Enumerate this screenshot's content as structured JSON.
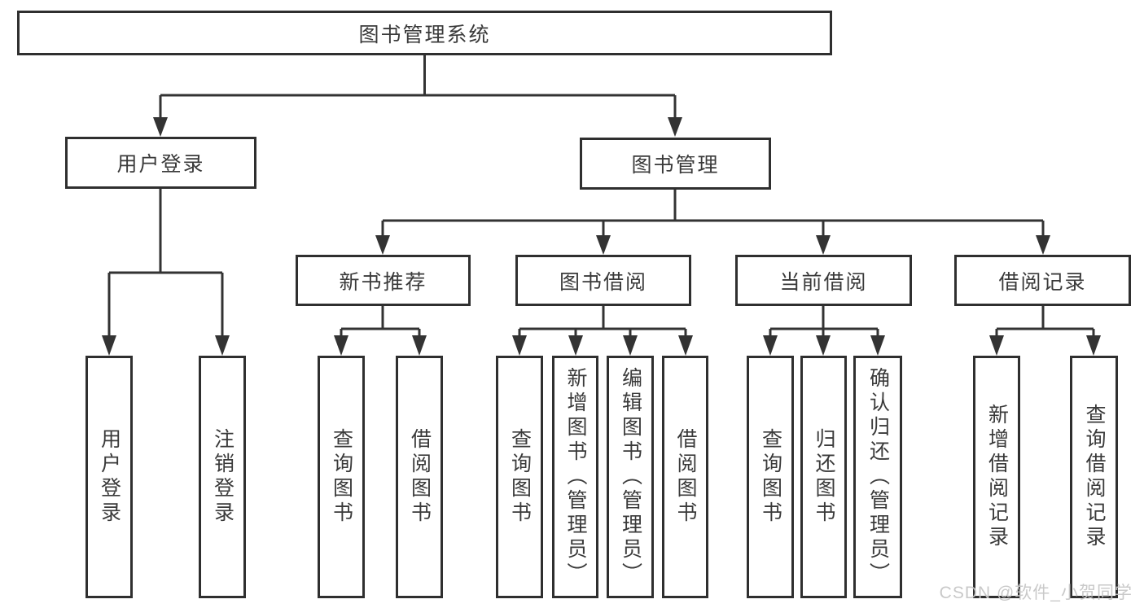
{
  "diagram": {
    "type": "hierarchy-tree",
    "root": {
      "label": "图书管理系统",
      "children": [
        {
          "label": "用户登录",
          "children": [
            {
              "label": "用户登录"
            },
            {
              "label": "注销登录"
            }
          ]
        },
        {
          "label": "图书管理",
          "children": [
            {
              "label": "新书推荐",
              "children": [
                {
                  "label": "查询图书"
                },
                {
                  "label": "借阅图书"
                }
              ]
            },
            {
              "label": "图书借阅",
              "children": [
                {
                  "label": "查询图书"
                },
                {
                  "label": "新增图书（管理员）"
                },
                {
                  "label": "编辑图书（管理员）"
                },
                {
                  "label": "借阅图书"
                }
              ]
            },
            {
              "label": "当前借阅",
              "children": [
                {
                  "label": "查询图书"
                },
                {
                  "label": "归还图书"
                },
                {
                  "label": "确认归还（管理员）"
                }
              ]
            },
            {
              "label": "借阅记录",
              "children": [
                {
                  "label": "新增借阅记录"
                },
                {
                  "label": "查询借阅记录"
                }
              ]
            }
          ]
        }
      ]
    }
  },
  "watermark": {
    "text": "CSDN @软件_小贺同学"
  },
  "colors": {
    "line": "#333333",
    "border": "#2f2f2f",
    "text": "#3a3a3a",
    "background": "#ffffff",
    "watermark": "#c6c6c6"
  }
}
